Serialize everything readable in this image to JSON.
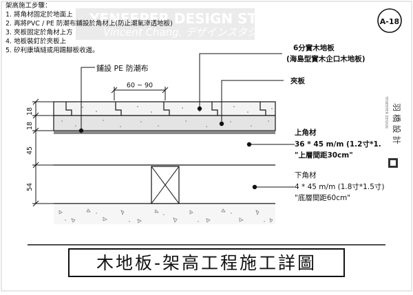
{
  "header": {
    "steps_title": "架高施工步驟：",
    "steps": [
      "1. 將角材固定於地面上",
      "2. 再將PVC / PE 防潮布鋪設於角材上(防止潮氣滲透地板)",
      "3. 夾板固定於角材上方",
      "4. 地板裝釘於夾板上",
      "5. 矽利康填縫或用踢腳板收邊。"
    ],
    "watermark_title": "YENEEPER DESIGN STUDIO",
    "watermark_sub": "Vincent Chang. デザインスタジオ",
    "badge": "A-18"
  },
  "callouts": {
    "pe_membrane": "鋪設 PE 防潮布",
    "spacing": "60 ~ 90",
    "flooring_line1": "6分實木地板",
    "flooring_line2": "(海島型實木企口木地板)",
    "plywood": "夾板",
    "upper_joist_title": "上角材",
    "upper_joist_size": "36 * 45 m/m (1.2寸*1.",
    "upper_joist_spacing": "\"上層間距30cm\"",
    "lower_joist_title": "下角材",
    "lower_joist_size": "4 * 45 m/m (1.8寸*1.5寸)",
    "lower_joist_spacing": "\"底層間距60cm\""
  },
  "dimensions": [
    "18",
    "18",
    "45",
    "54"
  ],
  "side_logo": {
    "name": "羽 橋 設 計",
    "sub": "YENEEPER DESIGN"
  },
  "footer_title": "木地板-架高工程施工詳圖",
  "colors": {
    "line": "#111111",
    "watermark": "#e8e8e8",
    "title_bar": "#ffffff"
  }
}
